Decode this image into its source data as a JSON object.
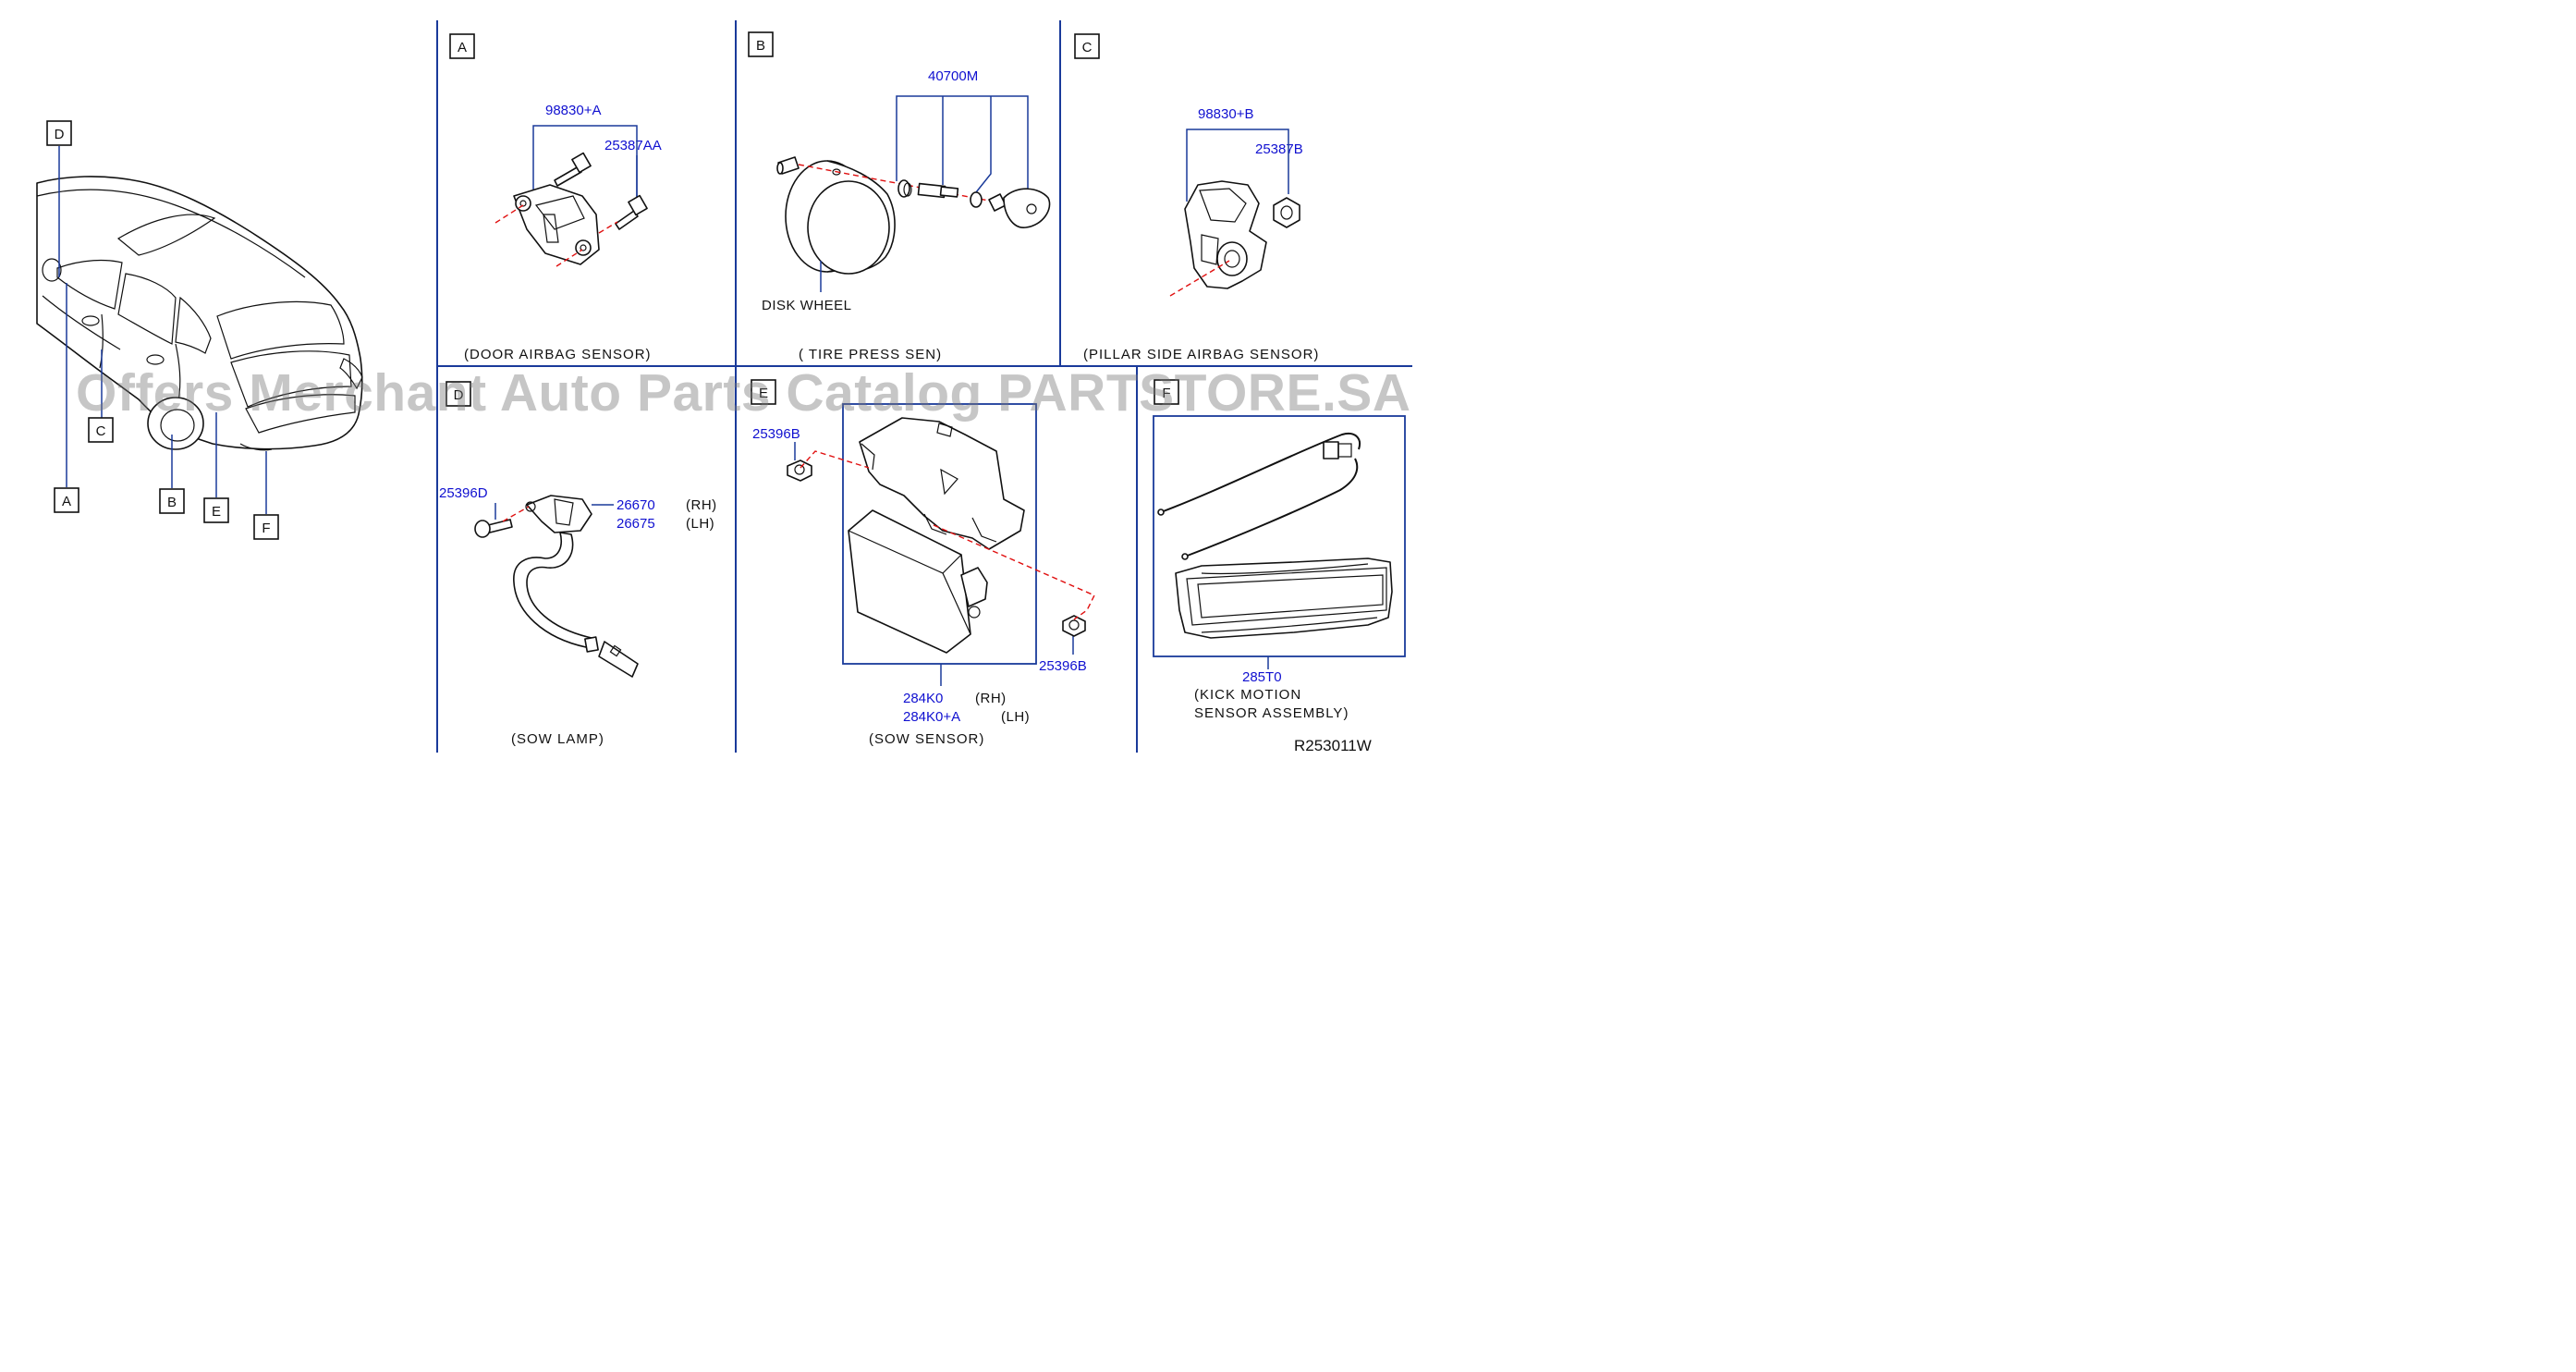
{
  "overview": {
    "callouts": [
      "A",
      "B",
      "C",
      "D",
      "E",
      "F"
    ]
  },
  "sections": {
    "A": {
      "letter": "A",
      "part1": "98830+A",
      "part2": "25387AA",
      "caption": "(DOOR   AIRBAG   SENSOR)"
    },
    "B": {
      "letter": "B",
      "part1": "40700M",
      "label": "DISK   WHEEL",
      "caption": "( TIRE    PRESS    SEN)"
    },
    "C": {
      "letter": "C",
      "part1": "98830+B",
      "part2": "25387B",
      "caption": "(PILLAR   SIDE   AIRBAG   SENSOR)"
    },
    "D": {
      "letter": "D",
      "part1": "25396D",
      "part2": "26670",
      "part2_side": "(RH)",
      "part3": "26675",
      "part3_side": "(LH)",
      "caption": "(SOW   LAMP)"
    },
    "E": {
      "letter": "E",
      "part1": "25396B",
      "part2": "25396B",
      "part3": "284K0",
      "part3_side": "(RH)",
      "part4": "284K0+A",
      "part4_side": "(LH)",
      "caption": "(SOW   SENSOR)"
    },
    "F": {
      "letter": "F",
      "part1": "285T0",
      "caption_line1": "(KICK   MOTION",
      "caption_line2": "SENSOR   ASSEMBLY)"
    }
  },
  "diagram_code": "R253011W",
  "watermark": "Offers Merchant Auto Parts Catalog PARTSTORE.SA",
  "colors": {
    "part_number": "#1010d0",
    "leader": "#1a3a9a",
    "dash": "#e01010",
    "line": "#111111"
  }
}
